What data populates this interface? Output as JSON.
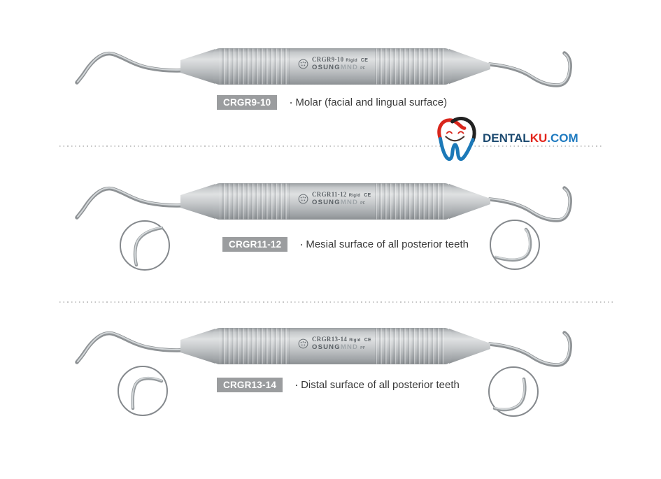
{
  "bullet": "·",
  "brand": {
    "name_dental": "DENTAL",
    "name_ku": "KU",
    "name_com": ".COM",
    "colors": {
      "dental_text": "#1c4a70",
      "ku_text": "#e3251b",
      "com_text": "#1e7ac0",
      "tooth_red": "#d9261c",
      "tooth_black": "#222222",
      "tooth_blue": "#1c79b8"
    }
  },
  "colors": {
    "badge_background": "#9b9d9f",
    "badge_text": "#ffffff",
    "description_text": "#3a3a3a",
    "dotted_line": "#c6c6c6",
    "instrument_metal": "#c6c9cb"
  },
  "products": [
    {
      "label": "CRGR9-10",
      "description": "Molar (facial and lingual surface)",
      "engraving": {
        "code": "CRGR9-10",
        "grade": "Rigid",
        "ce_mark": "CE",
        "brand": "OSUNG",
        "brand_suffix": "MND",
        "pf": "PF"
      }
    },
    {
      "label": "CRGR11-12",
      "description": "Mesial surface of all posterior teeth",
      "engraving": {
        "code": "CRGR11-12",
        "grade": "Rigid",
        "ce_mark": "CE",
        "brand": "OSUNG",
        "brand_suffix": "MND",
        "pf": "PF"
      }
    },
    {
      "label": "CRGR13-14",
      "description": "Distal surface of all posterior teeth",
      "engraving": {
        "code": "CRGR13-14",
        "grade": "Rigid",
        "ce_mark": "CE",
        "brand": "OSUNG",
        "brand_suffix": "MND",
        "pf": "PF"
      }
    }
  ]
}
